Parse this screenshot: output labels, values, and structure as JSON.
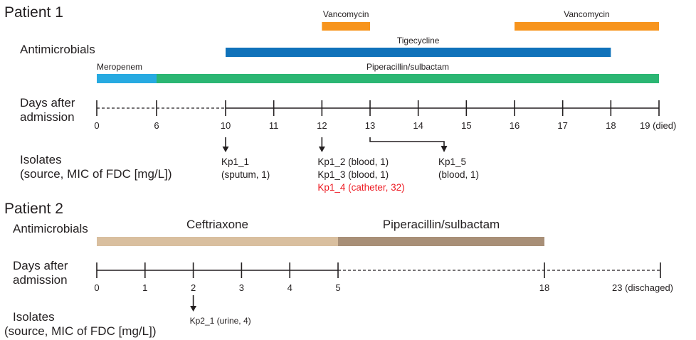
{
  "patients": [
    {
      "title": "Patient 1",
      "antimicrobials_label": "Antimicrobials",
      "days_label": [
        "Days after",
        "admission"
      ],
      "isolates_label": [
        "Isolates",
        "(source, MIC of FDC [mg/L])"
      ],
      "drugs": [
        {
          "name": "Vancomycin",
          "start": 12,
          "end": 13,
          "color": "#f7941d"
        },
        {
          "name": "Vancomycin",
          "start": 16,
          "end": 19,
          "color": "#f7941d"
        },
        {
          "name": "Tigecycline",
          "start": 10,
          "end": 18,
          "color": "#1072ba"
        },
        {
          "name": "Meropenem",
          "start": 0,
          "end": 6,
          "color": "#27aae1"
        },
        {
          "name": "Piperacillin/sulbactam",
          "start": 6,
          "end": 19,
          "color": "#2bb673"
        }
      ],
      "ticks": [
        {
          "day": 0,
          "label": "0"
        },
        {
          "day": 6,
          "label": "6"
        },
        {
          "day": 10,
          "label": "10"
        },
        {
          "day": 11,
          "label": "11"
        },
        {
          "day": 12,
          "label": "12"
        },
        {
          "day": 13,
          "label": "13"
        },
        {
          "day": 14,
          "label": "14"
        },
        {
          "day": 15,
          "label": "15"
        },
        {
          "day": 16,
          "label": "16"
        },
        {
          "day": 17,
          "label": "17"
        },
        {
          "day": 18,
          "label": "18"
        },
        {
          "day": 19,
          "label": "19 (died)"
        }
      ],
      "dashed_segments": [
        [
          0,
          10
        ]
      ],
      "isolates": [
        {
          "day": 10,
          "lines": [
            "Kp1_1",
            "(sputum, 1)"
          ],
          "highlight": false
        },
        {
          "day": 12,
          "lines": [
            "Kp1_2 (blood, 1)",
            "Kp1_3 (blood, 1)"
          ],
          "highlight": false
        },
        {
          "day": 12,
          "lines": [
            "Kp1_4 (catheter, 32)"
          ],
          "highlight": true
        },
        {
          "day": 13,
          "lines": [
            "Kp1_5",
            "(blood, 1)"
          ],
          "highlight": false
        }
      ]
    },
    {
      "title": "Patient 2",
      "antimicrobials_label": "Antimicrobials",
      "days_label": [
        "Days after",
        "admission"
      ],
      "isolates_label": [
        "Isolates",
        "(source, MIC of FDC [mg/L])"
      ],
      "drugs": [
        {
          "name": "Ceftriaxone",
          "start": 0,
          "end": 5,
          "color": "#d9bf9f"
        },
        {
          "name": "Piperacillin/sulbactam",
          "start": 5,
          "end": 18,
          "color": "#a88f77"
        }
      ],
      "ticks": [
        {
          "day": 0,
          "label": "0"
        },
        {
          "day": 1,
          "label": "1"
        },
        {
          "day": 2,
          "label": "2"
        },
        {
          "day": 3,
          "label": "3"
        },
        {
          "day": 4,
          "label": "4"
        },
        {
          "day": 5,
          "label": "5"
        },
        {
          "day": 18,
          "label": "18"
        },
        {
          "day": 23,
          "label": "23 (dischaged)"
        }
      ],
      "dashed_segments": [
        [
          5,
          23
        ]
      ],
      "isolates": [
        {
          "day": 2,
          "lines": [
            "Kp2_1 (urine, 4)"
          ],
          "highlight": false
        }
      ]
    }
  ]
}
